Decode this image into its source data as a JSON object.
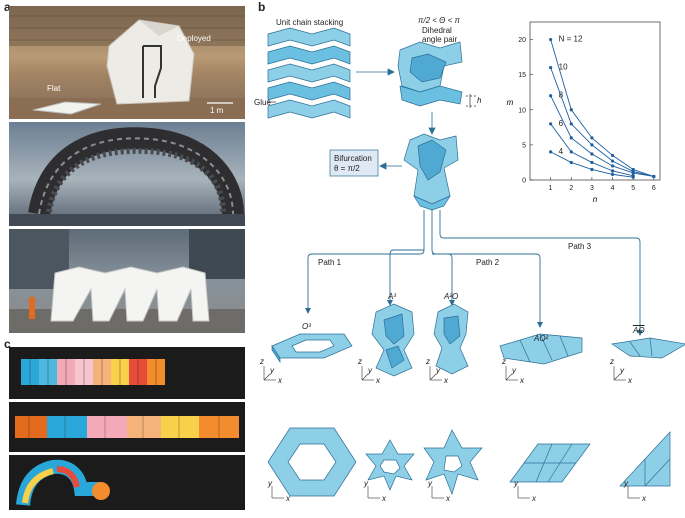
{
  "panels": {
    "a": "a",
    "b": "b",
    "c": "c"
  },
  "panel_a": {
    "photo1": {
      "deployed": "Deployed",
      "flat": "Flat",
      "scale": "1 m"
    }
  },
  "panel_b": {
    "stacking_title": "Unit chain stacking",
    "glue": "Glue",
    "angle_range": "π/2 < Θ < π",
    "dihedral_line1": "Dihedral",
    "dihedral_line2": "angle pair",
    "h": "h",
    "bifurcation_line1": "Bifurcation",
    "bifurcation_line2": "θ = π/2",
    "paths": {
      "p1": "Path 1",
      "p2": "Path 2",
      "p3": "Path 3"
    },
    "configs": {
      "o3": "O³",
      "a3": "A³",
      "a2o": "A²O",
      "ao2": "AO²",
      "ao": "AO"
    },
    "axes": {
      "z": "z",
      "y": "y",
      "x": "x"
    }
  },
  "chart_data": {
    "type": "line",
    "xlabel": "n",
    "ylabel": "m",
    "xticks": [
      1,
      2,
      3,
      4,
      5,
      6
    ],
    "yticks": [
      0,
      5,
      10,
      15,
      20
    ],
    "xlim": [
      0,
      6.3
    ],
    "ylim": [
      0,
      22.5
    ],
    "n_label_prefix": "N = ",
    "series": [
      {
        "name": "4",
        "x": [
          1,
          2,
          3,
          4,
          5
        ],
        "y": [
          4,
          2.5,
          1.5,
          0.8,
          0.4
        ]
      },
      {
        "name": "6",
        "x": [
          1,
          2,
          3,
          4,
          5
        ],
        "y": [
          8,
          4,
          2.5,
          1.3,
          0.6
        ]
      },
      {
        "name": "8",
        "x": [
          1,
          2,
          3,
          4,
          5,
          6
        ],
        "y": [
          12,
          6,
          3.7,
          2,
          1,
          0.5
        ]
      },
      {
        "name": "10",
        "x": [
          1,
          2,
          3,
          4,
          5,
          6
        ],
        "y": [
          16,
          8,
          5,
          2.7,
          1.2,
          0.5
        ]
      },
      {
        "name": "12",
        "x": [
          1,
          2,
          3,
          4,
          5,
          6
        ],
        "y": [
          20,
          10,
          6,
          3.5,
          1.5,
          0.5
        ]
      }
    ],
    "color": "#1f5fa0"
  }
}
